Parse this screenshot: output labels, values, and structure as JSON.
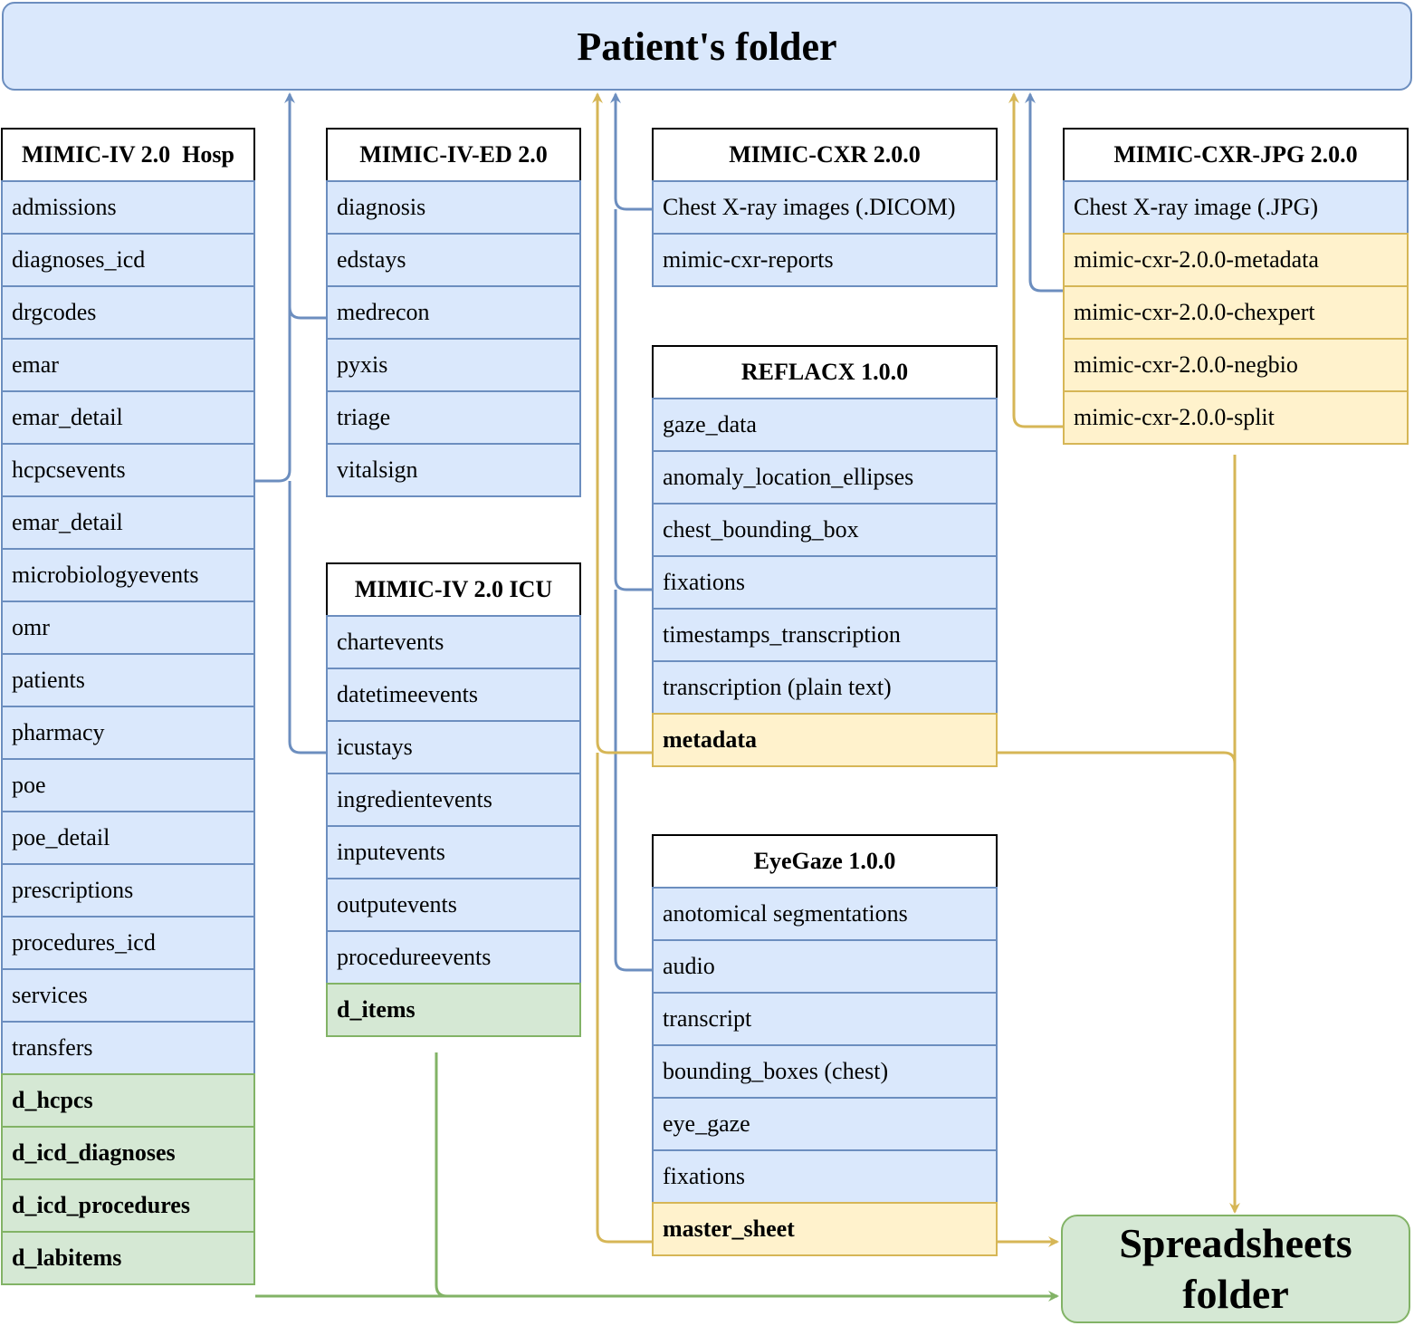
{
  "folders": {
    "patients": "Patient's folder",
    "spreadsheets_line1": "Spreadsheets",
    "spreadsheets_line2": "folder"
  },
  "colors": {
    "blue_fill": "#dae8fc",
    "blue_stroke": "#6c8ebf",
    "yellow_fill": "#fff2cc",
    "yellow_stroke": "#d6b656",
    "green_fill": "#d5e8d4",
    "green_stroke": "#82b366"
  },
  "tables": [
    {
      "id": "hosp",
      "title": "MIMIC-IV 2.0  Hosp",
      "rows": [
        {
          "label": "admissions",
          "color": "blue"
        },
        {
          "label": "diagnoses_icd",
          "color": "blue"
        },
        {
          "label": "drgcodes",
          "color": "blue"
        },
        {
          "label": "emar",
          "color": "blue"
        },
        {
          "label": "emar_detail",
          "color": "blue"
        },
        {
          "label": "hcpcsevents",
          "color": "blue"
        },
        {
          "label": "emar_detail",
          "color": "blue"
        },
        {
          "label": "microbiologyevents",
          "color": "blue"
        },
        {
          "label": "omr",
          "color": "blue"
        },
        {
          "label": "patients",
          "color": "blue"
        },
        {
          "label": "pharmacy",
          "color": "blue"
        },
        {
          "label": "poe",
          "color": "blue"
        },
        {
          "label": "poe_detail",
          "color": "blue"
        },
        {
          "label": "prescriptions",
          "color": "blue"
        },
        {
          "label": "procedures_icd",
          "color": "blue"
        },
        {
          "label": "services",
          "color": "blue"
        },
        {
          "label": "transfers",
          "color": "blue"
        },
        {
          "label": "d_hcpcs",
          "color": "green",
          "bold": true
        },
        {
          "label": "d_icd_diagnoses",
          "color": "green",
          "bold": true
        },
        {
          "label": "d_icd_procedures",
          "color": "green",
          "bold": true
        },
        {
          "label": "d_labitems",
          "color": "green",
          "bold": true
        }
      ]
    },
    {
      "id": "ed",
      "title": "MIMIC-IV-ED 2.0",
      "rows": [
        {
          "label": "diagnosis",
          "color": "blue"
        },
        {
          "label": "edstays",
          "color": "blue"
        },
        {
          "label": "medrecon",
          "color": "blue"
        },
        {
          "label": "pyxis",
          "color": "blue"
        },
        {
          "label": "triage",
          "color": "blue"
        },
        {
          "label": "vitalsign",
          "color": "blue"
        }
      ]
    },
    {
      "id": "icu",
      "title": "MIMIC-IV 2.0 ICU",
      "rows": [
        {
          "label": "chartevents",
          "color": "blue"
        },
        {
          "label": "datetimeevents",
          "color": "blue"
        },
        {
          "label": "icustays",
          "color": "blue"
        },
        {
          "label": "ingredientevents",
          "color": "blue"
        },
        {
          "label": "inputevents",
          "color": "blue"
        },
        {
          "label": "outputevents",
          "color": "blue"
        },
        {
          "label": "procedureevents",
          "color": "blue"
        },
        {
          "label": "d_items",
          "color": "green",
          "bold": true
        }
      ]
    },
    {
      "id": "cxr",
      "title": "MIMIC-CXR 2.0.0",
      "rows": [
        {
          "label": "Chest X-ray images (.DICOM)",
          "color": "blue"
        },
        {
          "label": "mimic-cxr-reports",
          "color": "blue"
        }
      ]
    },
    {
      "id": "reflacx",
      "title": "REFLACX 1.0.0",
      "rows": [
        {
          "label": "gaze_data",
          "color": "blue"
        },
        {
          "label": "anomaly_location_ellipses",
          "color": "blue"
        },
        {
          "label": "chest_bounding_box",
          "color": "blue"
        },
        {
          "label": "fixations",
          "color": "blue"
        },
        {
          "label": "timestamps_transcription",
          "color": "blue"
        },
        {
          "label": "transcription (plain text)",
          "color": "blue"
        },
        {
          "label": "metadata",
          "color": "yellow",
          "bold": true
        }
      ]
    },
    {
      "id": "eyegaze",
      "title": "EyeGaze 1.0.0",
      "rows": [
        {
          "label": "anotomical segmentations",
          "color": "blue"
        },
        {
          "label": "audio",
          "color": "blue"
        },
        {
          "label": "transcript",
          "color": "blue"
        },
        {
          "label": "bounding_boxes (chest)",
          "color": "blue"
        },
        {
          "label": "eye_gaze",
          "color": "blue"
        },
        {
          "label": "fixations",
          "color": "blue"
        },
        {
          "label": "master_sheet",
          "color": "yellow",
          "bold": true
        }
      ]
    },
    {
      "id": "jpg",
      "title": "MIMIC-CXR-JPG 2.0.0",
      "rows": [
        {
          "label": "Chest X-ray image (.JPG)",
          "color": "blue"
        },
        {
          "label": "mimic-cxr-2.0.0-metadata",
          "color": "yellow"
        },
        {
          "label": "mimic-cxr-2.0.0-chexpert",
          "color": "yellow"
        },
        {
          "label": "mimic-cxr-2.0.0-negbio",
          "color": "yellow"
        },
        {
          "label": "mimic-cxr-2.0.0-split",
          "color": "yellow"
        }
      ]
    }
  ]
}
